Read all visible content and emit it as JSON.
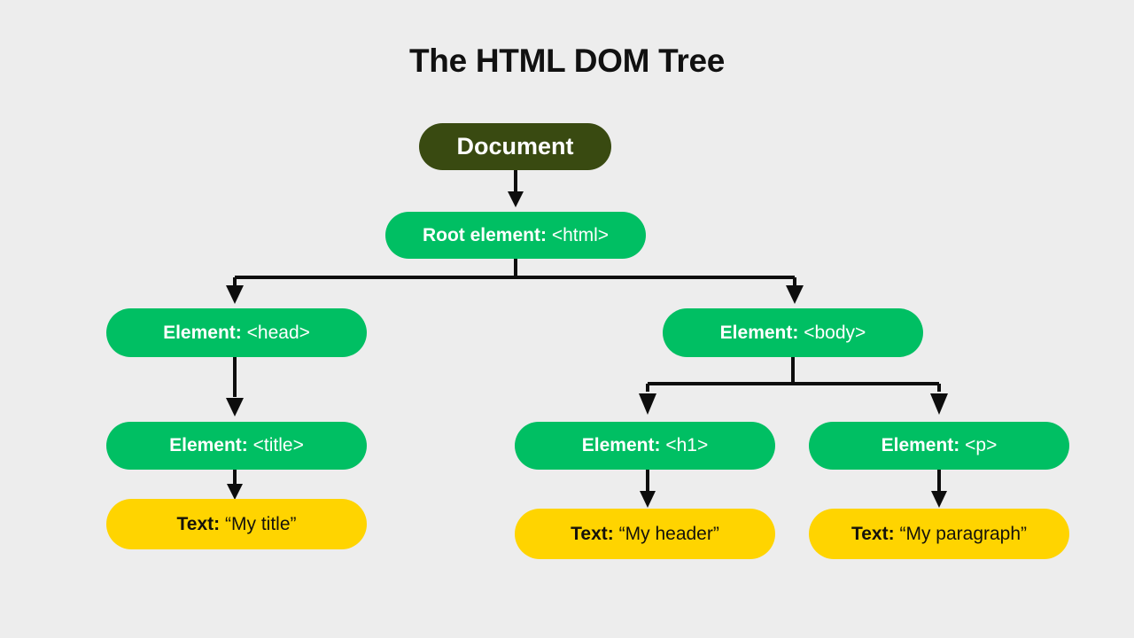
{
  "page": {
    "title": "The HTML DOM Tree",
    "background_color": "#ededed"
  },
  "colors": {
    "document_node": "#394a11",
    "element_node": "#00bf63",
    "text_node": "#ffd400",
    "connector": "#0d0d0d",
    "node_text_light": "#ffffff",
    "node_text_dark": "#15120b",
    "title_text": "#111111"
  },
  "diagram": {
    "type": "tree",
    "nodes": [
      {
        "id": "document",
        "kind": "document",
        "label": "Document",
        "value": "",
        "color": "#394a11"
      },
      {
        "id": "html",
        "kind": "element",
        "label": "Root element:",
        "value": "<html>",
        "color": "#00bf63"
      },
      {
        "id": "head",
        "kind": "element",
        "label": "Element:",
        "value": "<head>",
        "color": "#00bf63"
      },
      {
        "id": "body",
        "kind": "element",
        "label": "Element:",
        "value": "<body>",
        "color": "#00bf63"
      },
      {
        "id": "title",
        "kind": "element",
        "label": "Element:",
        "value": "<title>",
        "color": "#00bf63"
      },
      {
        "id": "h1",
        "kind": "element",
        "label": "Element:",
        "value": "<h1>",
        "color": "#00bf63"
      },
      {
        "id": "p",
        "kind": "element",
        "label": "Element:",
        "value": "<p>",
        "color": "#00bf63"
      },
      {
        "id": "title-text",
        "kind": "text",
        "label": "Text:",
        "value": "“My title”",
        "color": "#ffd400"
      },
      {
        "id": "h1-text",
        "kind": "text",
        "label": "Text:",
        "value": "“My header”",
        "color": "#ffd400"
      },
      {
        "id": "p-text",
        "kind": "text",
        "label": "Text:",
        "value": "“My paragraph”",
        "color": "#ffd400"
      }
    ],
    "edges": [
      {
        "from": "document",
        "to": "html"
      },
      {
        "from": "html",
        "to": "head"
      },
      {
        "from": "html",
        "to": "body"
      },
      {
        "from": "head",
        "to": "title"
      },
      {
        "from": "body",
        "to": "h1"
      },
      {
        "from": "body",
        "to": "p"
      },
      {
        "from": "title",
        "to": "title-text"
      },
      {
        "from": "h1",
        "to": "h1-text"
      },
      {
        "from": "p",
        "to": "p-text"
      }
    ]
  }
}
